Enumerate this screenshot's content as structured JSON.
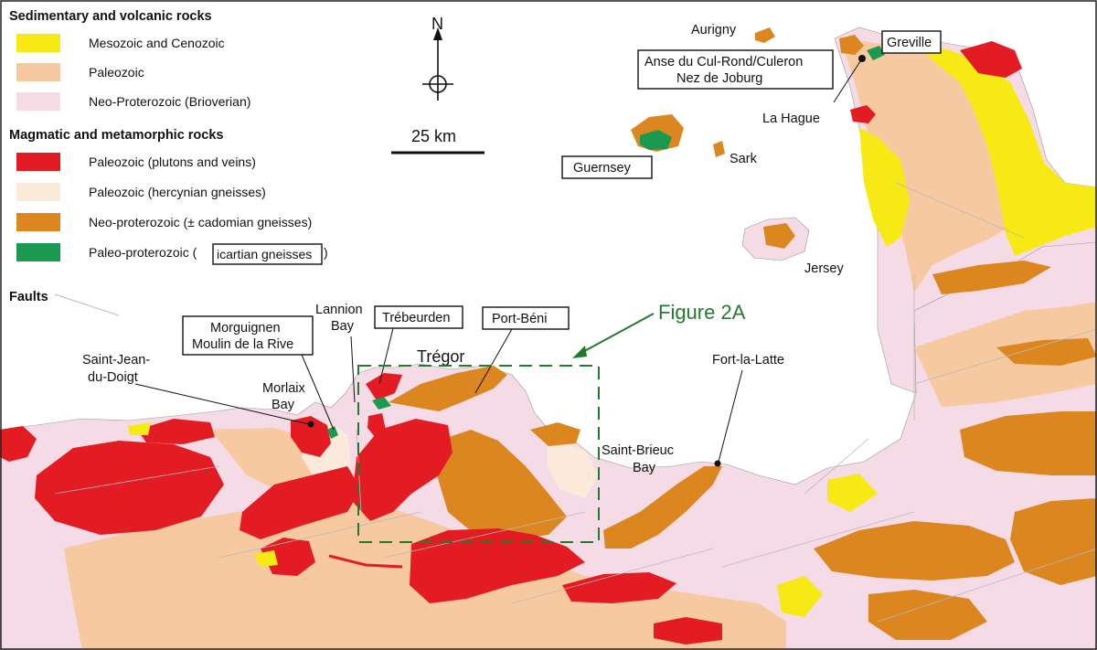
{
  "legend": {
    "sections": [
      {
        "title": "Sedimentary and volcanic rocks",
        "items": [
          {
            "label": "Mesozoic and Cenozoic",
            "color": "#f7ea14"
          },
          {
            "label": "Paleozoic",
            "color": "#f6c9a0"
          },
          {
            "label": "Neo-Proterozoic (Brioverian)",
            "color": "#f5dbe6"
          }
        ]
      },
      {
        "title": "Magmatic and metamorphic rocks",
        "items": [
          {
            "label": "Paleozoic (plutons and veins)",
            "color": "#e31b23"
          },
          {
            "label": "Paleozoic (hercynian gneisses)",
            "color": "#fbe9da"
          },
          {
            "label": "Neo-proterozoic (± cadomian gneisses)",
            "color": "#dc8620"
          },
          {
            "label_prefix": "Paleo-proterozoic (",
            "label_boxed": "icartian gneisses",
            "label_suffix": ")",
            "color": "#1a9a50"
          }
        ]
      }
    ],
    "faults_label": "Faults"
  },
  "north_label": "N",
  "scale_label": "25 km",
  "places": {
    "aurigny": "Aurigny",
    "la_hague": "La Hague",
    "sark": "Sark",
    "jersey": "Jersey",
    "lannion_line1": "Lannion",
    "lannion_line2": "Bay",
    "saint_jean_line1": "Saint-Jean-",
    "saint_jean_line2": "du-Doigt",
    "morlaix_line1": "Morlaix",
    "morlaix_line2": "Bay",
    "fort_la_latte": "Fort-la-Latte",
    "saint_brieuc_line1": "Saint-Brieuc",
    "saint_brieuc_line2": "Bay",
    "tregor": "Trégor"
  },
  "boxed_labels": {
    "greville": "Greville",
    "anse_line1": "Anse du Cul-Rond/Culeron",
    "anse_line2": "Nez de Joburg",
    "guernsey": "Guernsey",
    "morguignen_line1": "Morguignen",
    "morguignen_line2": "Moulin de la Rive",
    "trebeurden": "Trébeurden",
    "port_beni": "Port-Béni"
  },
  "figure_label": "Figure 2A",
  "colors": {
    "sea": "#ffffff",
    "mesozoic": "#f7ea14",
    "paleozoic_sed": "#f6c9a0",
    "brioverian": "#f5dbe6",
    "plutons": "#e31b23",
    "hercynian": "#fbe9da",
    "cadomian": "#dc8620",
    "icartian": "#1a9a50",
    "figure_green": "#237a2f",
    "fault": "#b9b9b9"
  }
}
